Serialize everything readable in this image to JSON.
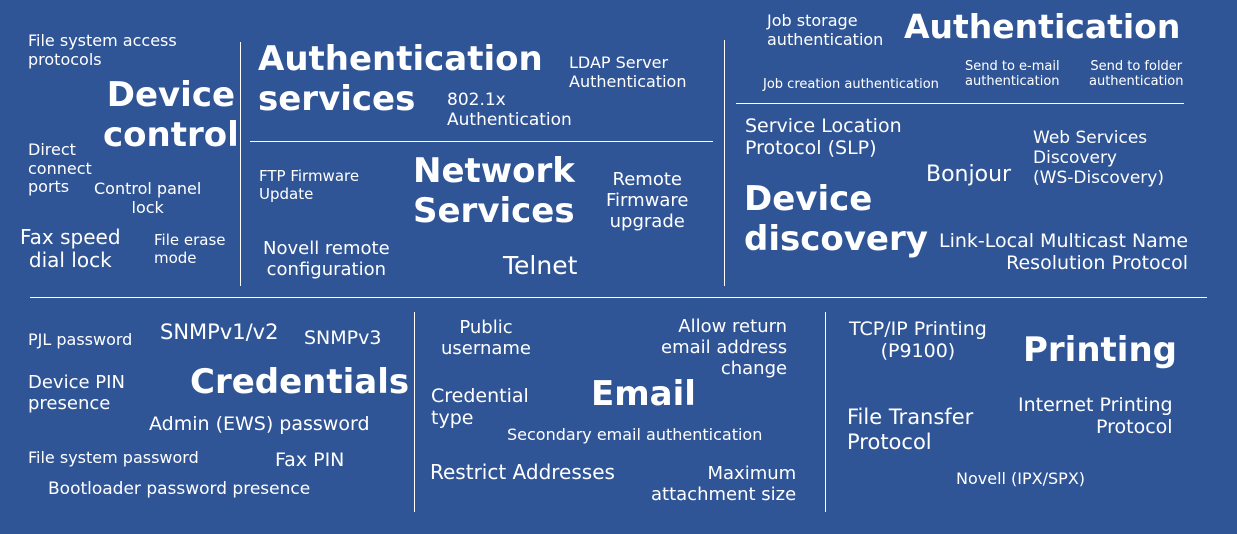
{
  "colors": {
    "background": "#2f5597",
    "text": "#ffffff",
    "divider": "#ffffff"
  },
  "groups": {
    "device_control": {
      "title": "Device\ncontrol",
      "items": [
        "File system access\nprotocols",
        "Direct\nconnect\nports",
        "Control panel\nlock",
        "Fax speed\ndial lock",
        "File erase\nmode"
      ]
    },
    "authentication_services": {
      "title": "Authentication\nservices",
      "items": [
        "LDAP Server\nAuthentication",
        "802.1x\nAuthentication"
      ]
    },
    "network_services": {
      "title": "Network\nServices",
      "items": [
        "FTP Firmware\nUpdate",
        "Remote\nFirmware\nupgrade",
        "Novell remote\nconfiguration",
        "Telnet"
      ]
    },
    "authentication": {
      "title": "Authentication",
      "items": [
        "Job storage\nauthentication",
        "Job creation authentication",
        "Send to e-mail\nauthentication",
        "Send to folder\nauthentication"
      ]
    },
    "device_discovery": {
      "title": "Device\ndiscovery",
      "items": [
        "Service Location\nProtocol (SLP)",
        "Bonjour",
        "Web Services\nDiscovery\n(WS-Discovery)",
        "Link-Local Multicast Name\nResolution Protocol"
      ]
    },
    "credentials": {
      "title": "Credentials",
      "items": [
        "PJL password",
        "SNMPv1/v2",
        "SNMPv3",
        "Device PIN\npresence",
        "Admin (EWS) password",
        "File system password",
        "Fax PIN",
        "Bootloader password presence"
      ]
    },
    "email": {
      "title": "Email",
      "items": [
        "Public\nusername",
        "Allow return\nemail address\nchange",
        "Credential\ntype",
        "Secondary email authentication",
        "Restrict Addresses",
        "Maximum\nattachment size"
      ]
    },
    "printing": {
      "title": "Printing",
      "items": [
        "TCP/IP Printing\n(P9100)",
        "File Transfer\nProtocol",
        "Internet Printing\nProtocol",
        "Novell (IPX/SPX)"
      ]
    }
  }
}
